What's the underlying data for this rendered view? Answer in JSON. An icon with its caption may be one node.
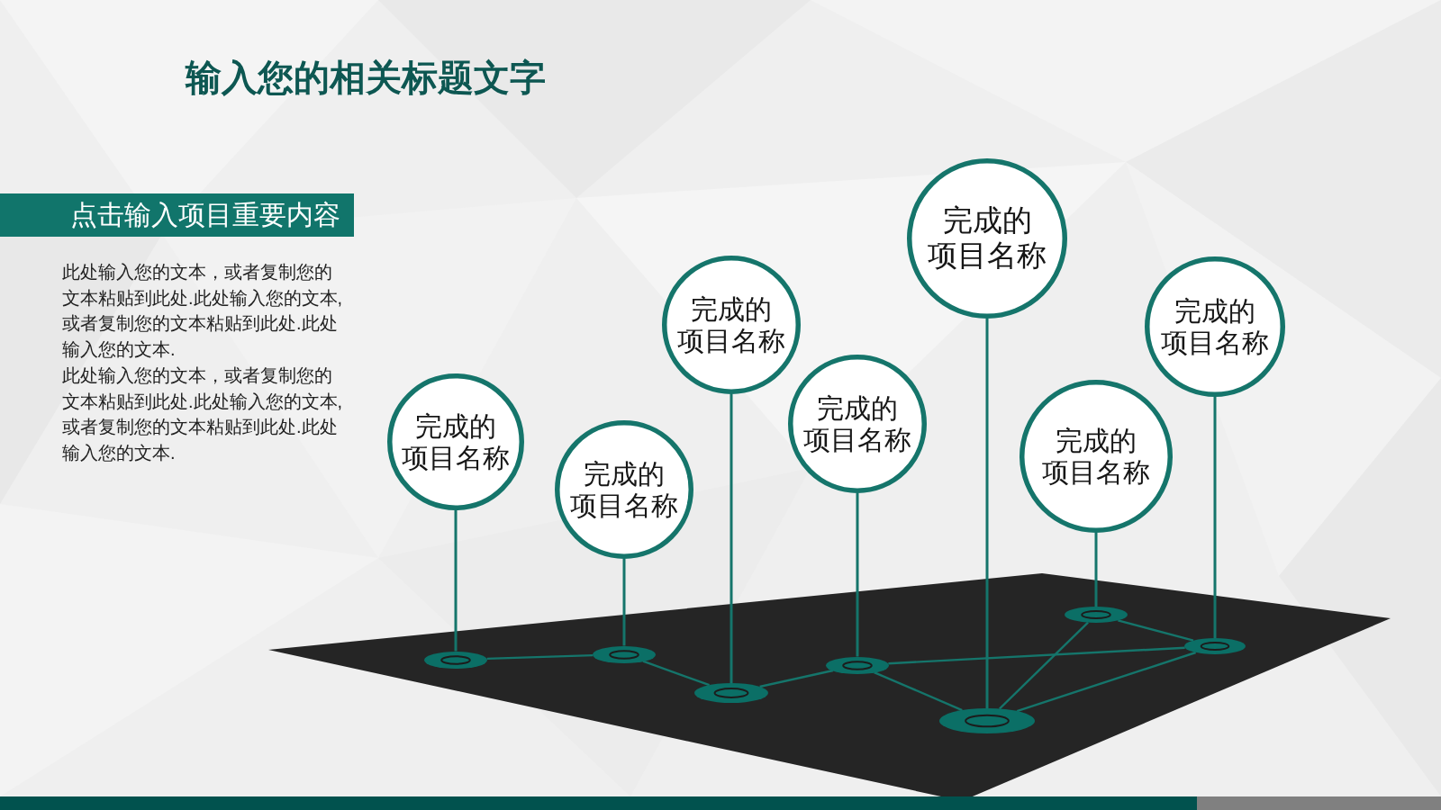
{
  "diagram": {
    "title": "输入您的相关标题文字",
    "nodes": [
      {
        "text": [
          "点击输入项目重要内容"
        ]
      },
      {
        "text": [
          "完成的项目名称"
        ]
      },
      {
        "text": [
          "完成的项目名称"
        ]
      },
      {
        "text": [
          "完成的项目名称"
        ]
      },
      {
        "text": [
          "完成的项目名称"
        ]
      },
      {
        "text": [
          "完成的项目名称"
        ]
      },
      {
        "text": [
          "完成的项目名称"
        ]
      },
      {
        "text": [
          "完成的项目名称"
        ]
      },
      {
        "text": [],
        "shape": "ellipse"
      },
      {
        "text": [],
        "shape": "ellipse"
      },
      {
        "text": [],
        "shape": "ellipse"
      },
      {
        "text": [],
        "shape": "ellipse"
      },
      {
        "text": [],
        "shape": "ellipse"
      },
      {
        "text": [],
        "shape": "ellipse"
      },
      {
        "text": [],
        "shape": "ellipse"
      }
    ],
    "edges": [
      {
        "from": 1,
        "to": 8,
        "arrow": "none"
      },
      {
        "from": 2,
        "to": 9,
        "arrow": "none"
      },
      {
        "from": 3,
        "to": 10,
        "arrow": "none"
      },
      {
        "from": 4,
        "to": 11,
        "arrow": "none"
      },
      {
        "from": 5,
        "to": 12,
        "arrow": "none"
      },
      {
        "from": 6,
        "to": 13,
        "arrow": "none"
      },
      {
        "from": 7,
        "to": 14,
        "arrow": "none"
      },
      {
        "from": 8,
        "to": 9,
        "arrow": "none"
      },
      {
        "from": 9,
        "to": 10,
        "arrow": "none"
      },
      {
        "from": 10,
        "to": 11,
        "arrow": "none"
      },
      {
        "from": 11,
        "to": 12,
        "arrow": "none"
      },
      {
        "from": 11,
        "to": 14,
        "arrow": "none"
      },
      {
        "from": 12,
        "to": 13,
        "arrow": "none"
      },
      {
        "from": 12,
        "to": 14,
        "arrow": "none"
      },
      {
        "from": 13,
        "to": 14,
        "arrow": "none"
      }
    ],
    "labels": [
      "此处输入您的文本，或者复制您的文本粘贴到此处.此处输入您的文本,或者复制您的文本粘贴到此处.此处输入您的文本.",
      "此处输入您的文本，或者复制您的文本粘贴到此处.此处输入您的文本,或者复制您的文本粘贴到此处.此处输入您的文本."
    ]
  }
}
